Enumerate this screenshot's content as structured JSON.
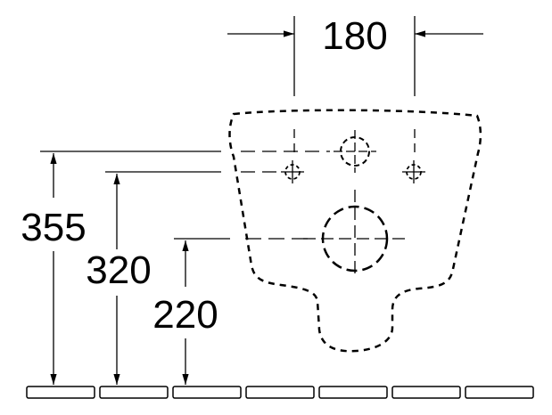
{
  "dimensions": {
    "hole_spacing": "180",
    "upper_hole_height": "355",
    "lower_hole_height": "320",
    "outlet_height": "220"
  },
  "colors": {
    "line": "#000000",
    "background": "#ffffff"
  }
}
